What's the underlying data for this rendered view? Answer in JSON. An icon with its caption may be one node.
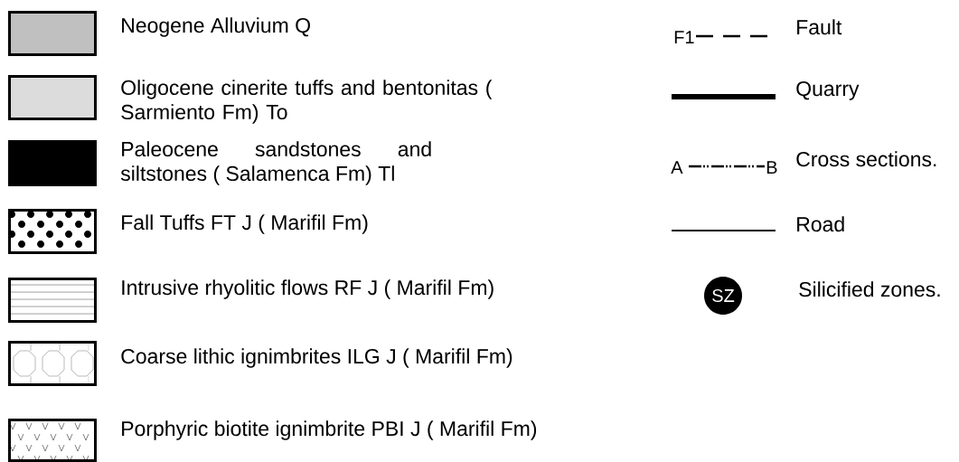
{
  "diagram": {
    "labels": [
      "F1",
      "A",
      "B",
      "SZ"
    ],
    "legend": [
      {
        "text": "Neogene Alluvium Q",
        "color": "#c0c0c0"
      },
      {
        "text": "Oligocene cinerite tuffs and bentonitas ( Sarmiento Fm) To",
        "color": "#dcdcdc"
      },
      {
        "text": "Paleocene sandstones and siltstones ( Salamenca Fm) Tl",
        "color": "#000000"
      },
      {
        "text": "Fall Tuffs FT J ( Marifil Fm)"
      },
      {
        "text": "Intrusive rhyolitic flows  RF  J ( Marifil Fm)"
      },
      {
        "text": "Coarse lithic ignimbrites ILG  J  ( Marifil Fm)"
      },
      {
        "text": "Porphyric biotite ignimbrite PBI J ( Marifil Fm)"
      },
      {
        "text": "Fault"
      },
      {
        "text": "Quarry"
      },
      {
        "text": "Cross sections."
      },
      {
        "text": "Road"
      },
      {
        "text": "Silicified zones."
      }
    ]
  }
}
